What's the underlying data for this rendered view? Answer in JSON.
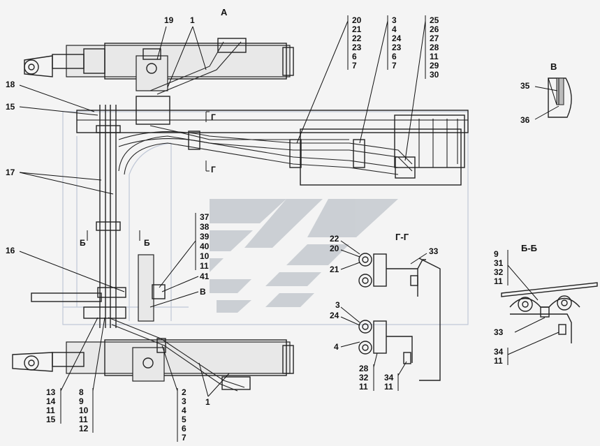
{
  "views": {
    "main": "А",
    "detail_b": "В",
    "section_gg": "Г-Г",
    "section_bb": "Б-Б"
  },
  "section_marks": {
    "g_top": "Г",
    "g_bottom": "Г",
    "b_left": "Б",
    "b_right": "Б"
  },
  "callouts": {
    "c19": "19",
    "c1_top": "1",
    "c18": "18",
    "c15": "15",
    "c17": "17",
    "c16": "16",
    "c_v": "В",
    "c41": "41",
    "c1_bottom": "1",
    "c35": "35",
    "c36": "36",
    "c22": "22",
    "c20": "20",
    "c21": "21",
    "c3": "3",
    "c24": "24",
    "c4": "4",
    "c33_gg": "33",
    "c33_bb": "33"
  },
  "stacks": {
    "top_a": [
      "20",
      "21",
      "22",
      "23",
      "6",
      "7"
    ],
    "top_b": [
      "3",
      "4",
      "24",
      "23",
      "6",
      "7"
    ],
    "top_c": [
      "25",
      "26",
      "27",
      "28",
      "11",
      "29",
      "30"
    ],
    "mid": [
      "37",
      "38",
      "39",
      "40",
      "10",
      "11"
    ],
    "bl_a": [
      "13",
      "14",
      "11",
      "15"
    ],
    "bl_b": [
      "8",
      "9",
      "10",
      "11",
      "12"
    ],
    "bm": [
      "2",
      "3",
      "4",
      "5",
      "6",
      "7"
    ],
    "gg_a": [
      "28",
      "32",
      "11"
    ],
    "gg_b": [
      "34",
      "11"
    ],
    "bb_top": [
      "9",
      "31",
      "32",
      "11"
    ],
    "bb_bot": [
      "34",
      "11"
    ]
  }
}
